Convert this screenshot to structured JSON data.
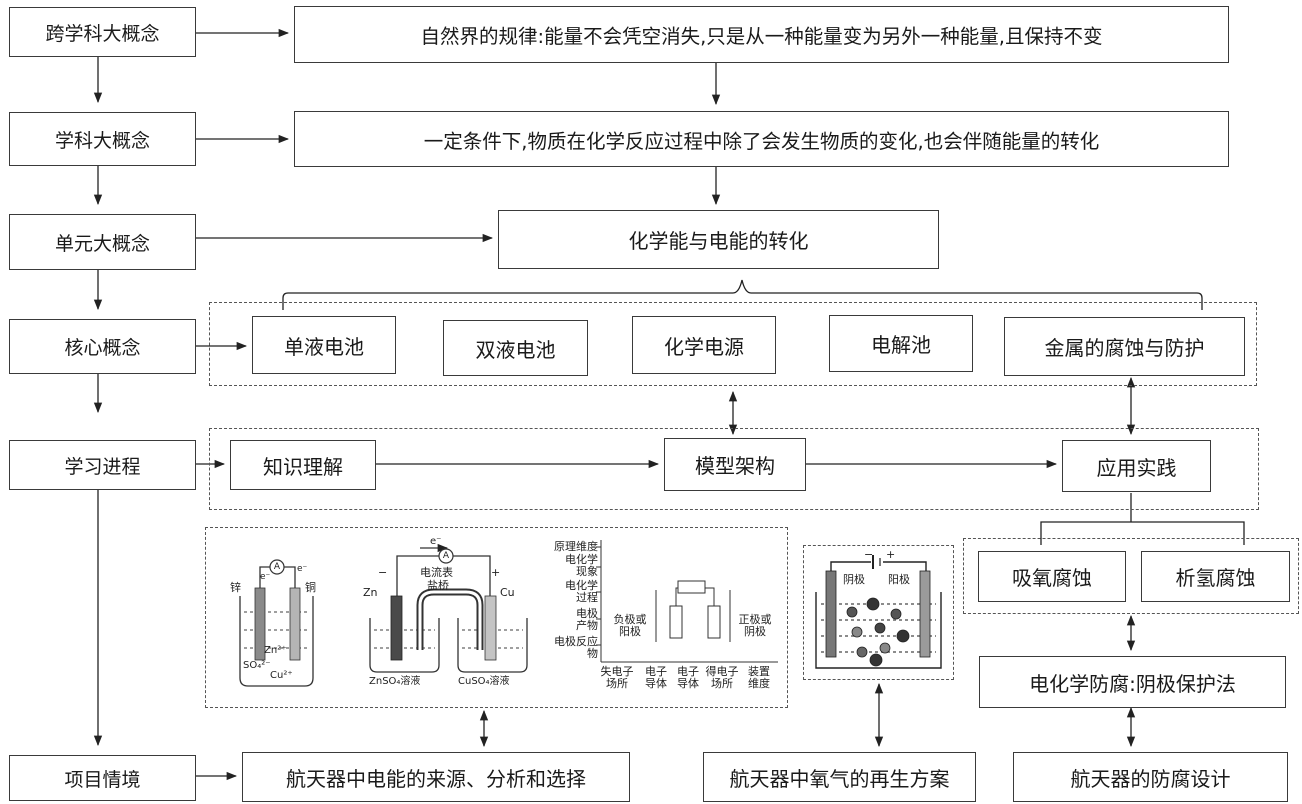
{
  "left_column": {
    "cross_disciplinary": "跨学科大概念",
    "discipline": "学科大概念",
    "unit": "单元大概念",
    "core": "核心概念",
    "learning_progress": "学习进程",
    "project_context": "项目情境"
  },
  "statements": {
    "cross_disciplinary": "自然界的规律:能量不会凭空消失,只是从一种能量变为另外一种能量,且保持不变",
    "discipline": "一定条件下,物质在化学反应过程中除了会发生物质的变化,也会伴随能量的转化",
    "unit": "化学能与电能的转化"
  },
  "core_concepts": [
    "单液电池",
    "双液电池",
    "化学电源",
    "电解池",
    "金属的腐蚀与防护"
  ],
  "progress_steps": [
    "知识理解",
    "模型架构",
    "应用实践"
  ],
  "corrosion": {
    "oxygen_absorption": "吸氧腐蚀",
    "hydrogen_evolution": "析氢腐蚀",
    "protection": "电化学防腐:阴极保护法"
  },
  "projects": {
    "energy": "航天器中电能的来源、分析和选择",
    "oxygen": "航天器中氧气的再生方案",
    "anticorrosion": "航天器的防腐设计"
  },
  "figures": {
    "single_cell": {
      "left_electrode": "锌",
      "right_electrode": "铜",
      "meter": "A",
      "electron": "e⁻",
      "zn_ion": "Zn²⁺",
      "sulfate": "SO₄²⁻",
      "cu_ion": "Cu²⁺"
    },
    "double_cell": {
      "electron": "e⁻",
      "meter": "A",
      "meter_label": "电流表",
      "salt_bridge": "盐桥",
      "zn": "Zn",
      "cu": "Cu",
      "minus": "−",
      "plus": "+",
      "left_solution": "ZnSO₄溶液",
      "right_solution": "CuSO₄溶液"
    },
    "model": {
      "row_labels": [
        "原理维度",
        "电化学现象",
        "电化学过程",
        "电极产物",
        "电极反应物"
      ],
      "left_label": "负极或阳极",
      "right_label": "正极或阴极",
      "bottom_labels": [
        "失电子场所",
        "电子导体",
        "电子导体",
        "得电子场所",
        "装置维度"
      ]
    },
    "electrolysis": {
      "minus": "−",
      "plus": "+",
      "cathode": "阴极",
      "anode": "阳极"
    }
  }
}
